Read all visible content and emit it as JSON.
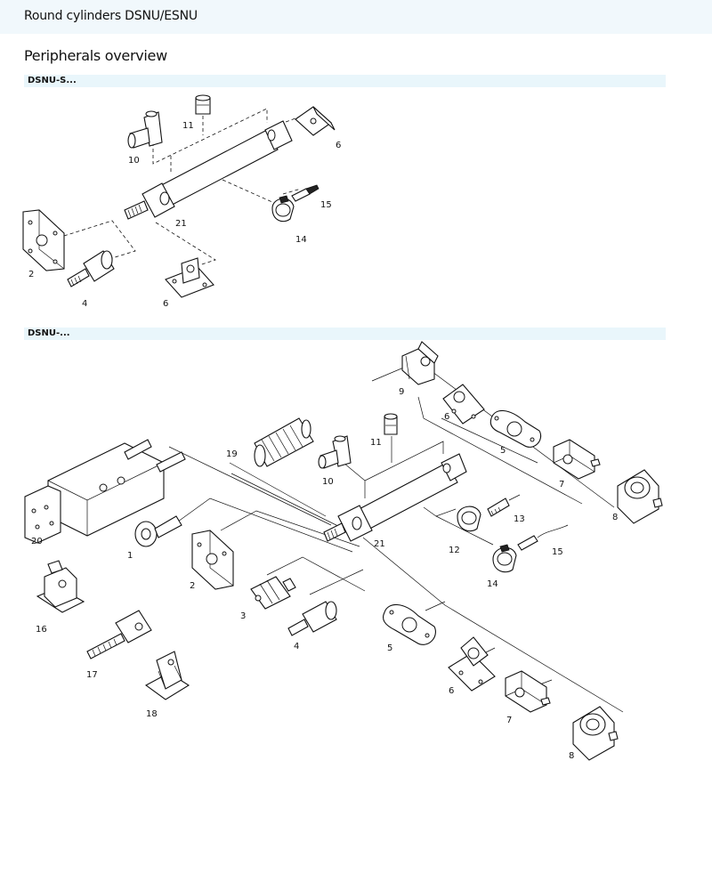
{
  "header": {
    "title": "Round cylinders DSNU/ESNU"
  },
  "page_title": "Peripherals overview",
  "sections": [
    {
      "label": "DSNU-S...",
      "callouts": [
        "11",
        "10",
        "6",
        "15",
        "21",
        "14",
        "2",
        "4",
        "6"
      ]
    },
    {
      "label": "DSNU-...",
      "callouts": [
        "9",
        "6",
        "5",
        "11",
        "19",
        "10",
        "7",
        "8",
        "13",
        "21",
        "20",
        "1",
        "12",
        "15",
        "2",
        "14",
        "3",
        "4",
        "16",
        "5",
        "17",
        "6",
        "18",
        "7",
        "8"
      ]
    }
  ]
}
